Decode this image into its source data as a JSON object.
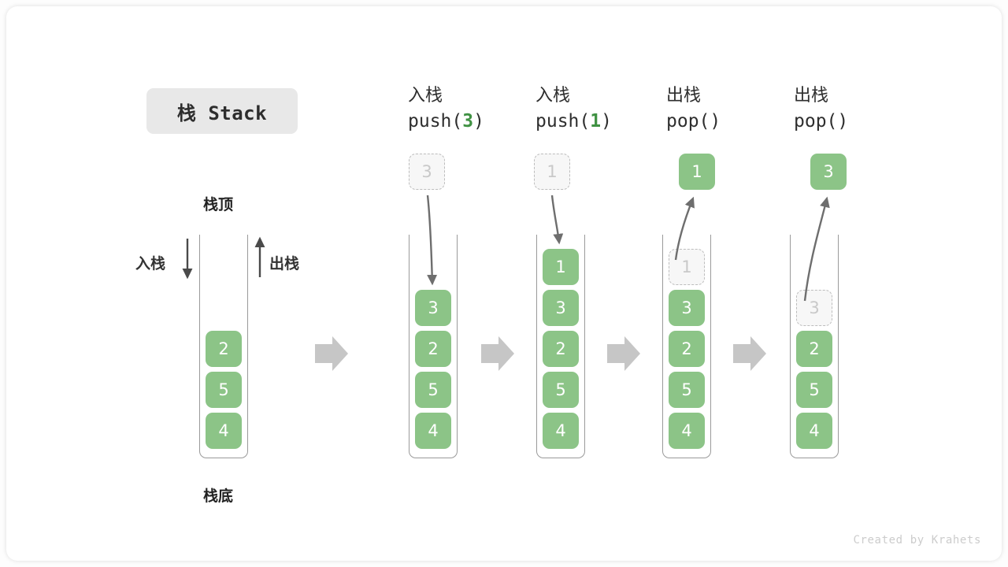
{
  "title_badge": "栈 Stack",
  "credit": "Created by Krahets",
  "colors": {
    "cell_green": "#8cc487",
    "ghost_fill": "#f7f7f7",
    "ghost_border": "#bdbdbd",
    "arrow_gray": "#6e6e6e",
    "transition_arrow": "#c6c6c6",
    "badge_bg": "#e8e8e8"
  },
  "first_stack_labels": {
    "top": "栈顶",
    "bottom": "栈底",
    "push": "入栈",
    "pop": "出栈"
  },
  "operations": [
    {
      "cn": "入栈",
      "fn": "push(",
      "arg": "3",
      "close": ")"
    },
    {
      "cn": "入栈",
      "fn": "push(",
      "arg": "1",
      "close": ")"
    },
    {
      "cn": "出栈",
      "fn": "pop()",
      "arg": "",
      "close": ""
    },
    {
      "cn": "出栈",
      "fn": "pop()",
      "arg": "",
      "close": ""
    }
  ],
  "stacks": [
    {
      "name": "initial-stack",
      "cells": [
        {
          "value": "2",
          "state": "solid"
        },
        {
          "value": "5",
          "state": "solid"
        },
        {
          "value": "4",
          "state": "solid"
        }
      ],
      "float_cell": null
    },
    {
      "name": "after-push-3",
      "cells": [
        {
          "value": "3",
          "state": "solid"
        },
        {
          "value": "2",
          "state": "solid"
        },
        {
          "value": "5",
          "state": "solid"
        },
        {
          "value": "4",
          "state": "solid"
        }
      ],
      "float_cell": {
        "value": "3",
        "state": "ghost",
        "direction": "in"
      }
    },
    {
      "name": "after-push-1",
      "cells": [
        {
          "value": "1",
          "state": "solid"
        },
        {
          "value": "3",
          "state": "solid"
        },
        {
          "value": "2",
          "state": "solid"
        },
        {
          "value": "5",
          "state": "solid"
        },
        {
          "value": "4",
          "state": "solid"
        }
      ],
      "float_cell": {
        "value": "1",
        "state": "ghost",
        "direction": "in"
      }
    },
    {
      "name": "after-pop-1",
      "cells": [
        {
          "value": "1",
          "state": "ghost"
        },
        {
          "value": "3",
          "state": "solid"
        },
        {
          "value": "2",
          "state": "solid"
        },
        {
          "value": "5",
          "state": "solid"
        },
        {
          "value": "4",
          "state": "solid"
        }
      ],
      "float_cell": {
        "value": "1",
        "state": "solid",
        "direction": "out"
      }
    },
    {
      "name": "after-pop-3",
      "cells": [
        {
          "value": "3",
          "state": "ghost"
        },
        {
          "value": "2",
          "state": "solid"
        },
        {
          "value": "5",
          "state": "solid"
        },
        {
          "value": "4",
          "state": "solid"
        }
      ],
      "float_cell": {
        "value": "3",
        "state": "solid",
        "direction": "out"
      }
    }
  ],
  "transition_arrow_count": 4
}
